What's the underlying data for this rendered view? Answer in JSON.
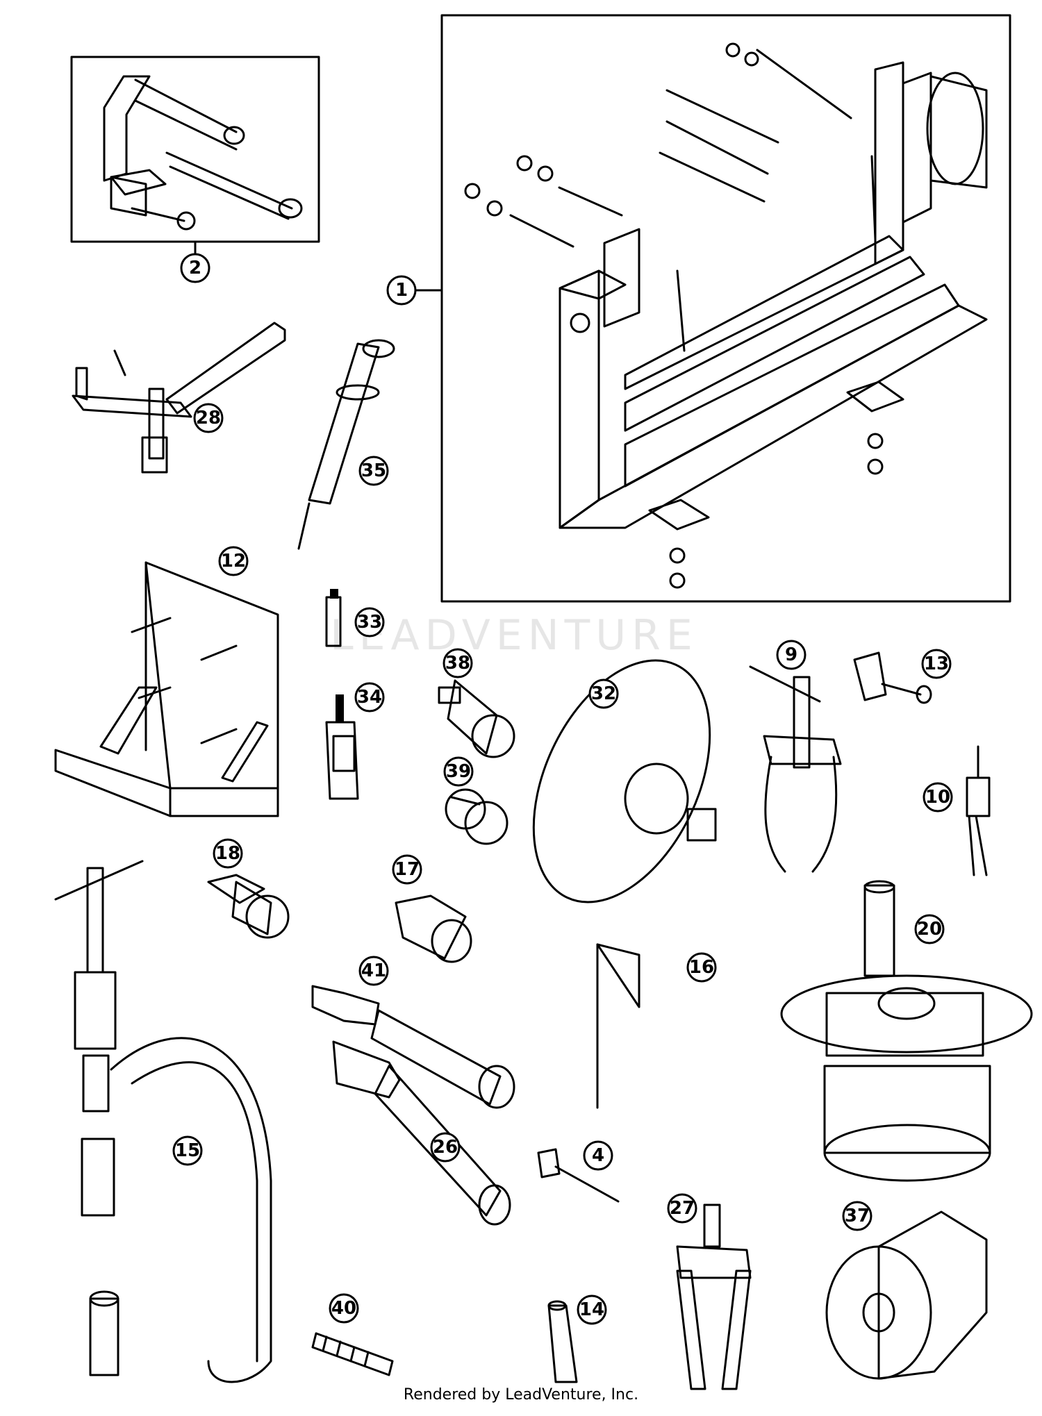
{
  "diagram": {
    "callouts": [
      {
        "key": "c1",
        "label": "1"
      },
      {
        "key": "c2",
        "label": "2"
      },
      {
        "key": "c28",
        "label": "28"
      },
      {
        "key": "c35",
        "label": "35"
      },
      {
        "key": "c12",
        "label": "12"
      },
      {
        "key": "c33",
        "label": "33"
      },
      {
        "key": "c34",
        "label": "34"
      },
      {
        "key": "c38",
        "label": "38"
      },
      {
        "key": "c32",
        "label": "32"
      },
      {
        "key": "c9",
        "label": "9"
      },
      {
        "key": "c13",
        "label": "13"
      },
      {
        "key": "c10",
        "label": "10"
      },
      {
        "key": "c39",
        "label": "39"
      },
      {
        "key": "c18",
        "label": "18"
      },
      {
        "key": "c17",
        "label": "17"
      },
      {
        "key": "c20",
        "label": "20"
      },
      {
        "key": "c16",
        "label": "16"
      },
      {
        "key": "c41",
        "label": "41"
      },
      {
        "key": "c15",
        "label": "15"
      },
      {
        "key": "c26",
        "label": "26"
      },
      {
        "key": "c4",
        "label": "4"
      },
      {
        "key": "c27",
        "label": "27"
      },
      {
        "key": "c37",
        "label": "37"
      },
      {
        "key": "c40",
        "label": "40"
      },
      {
        "key": "c14",
        "label": "14"
      }
    ]
  },
  "watermark": "LEADVENTURE",
  "footer": {
    "text": "Rendered by LeadVenture, Inc."
  }
}
